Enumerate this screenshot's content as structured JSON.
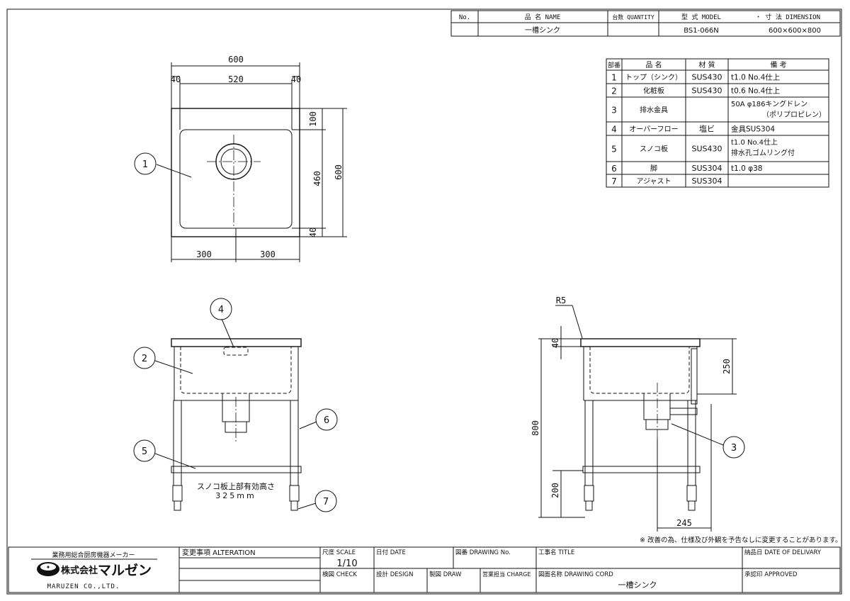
{
  "header_table": {
    "col_no": "No.",
    "col_name": "品 名 NAME",
    "col_qty": "台数 QUANTITY",
    "col_model": "型 式 MODEL",
    "col_dim": "・ 寸 法 DIMENSION",
    "row": {
      "name": "一槽シンク",
      "model": "BS1-066N",
      "dimension": "600×600×800"
    }
  },
  "parts_table": {
    "headers": [
      "部番",
      "品 名",
      "材 質",
      "備 考"
    ],
    "rows": [
      {
        "no": "1",
        "name": "トップ（シンク）",
        "material": "SUS430",
        "note1": "t1.0 No.4仕上",
        "note2": ""
      },
      {
        "no": "2",
        "name": "化粧板",
        "material": "SUS430",
        "note1": "t0.6 No.4仕上",
        "note2": ""
      },
      {
        "no": "3",
        "name": "排水金具",
        "material": "",
        "note1": "50A φ186キングドレン",
        "note2": "（ポリプロピレン）"
      },
      {
        "no": "4",
        "name": "オーバーフロー",
        "material": "塩ビ",
        "note1": "金具SUS304",
        "note2": ""
      },
      {
        "no": "5",
        "name": "スノコ板",
        "material": "SUS430",
        "note1": "t1.0 No.4仕上",
        "note2": "排水孔ゴムリング付"
      },
      {
        "no": "6",
        "name": "脚",
        "material": "SUS304",
        "note1": "t1.0 φ38",
        "note2": ""
      },
      {
        "no": "7",
        "name": "アジャスト",
        "material": "SUS304",
        "note1": "",
        "note2": ""
      }
    ]
  },
  "plan_view": {
    "dims": {
      "total_width": "600",
      "left_margin": "40",
      "inner_width": "520",
      "right_margin": "40",
      "top_margin": "100",
      "inner_depth": "460",
      "bottom_margin": "40",
      "total_depth": "600",
      "half_left": "300",
      "half_right": "300"
    },
    "balloon": "1"
  },
  "front_view": {
    "balloons": [
      "4",
      "2",
      "6",
      "5",
      "7"
    ],
    "note_line1": "スノコ板上部有効高さ",
    "note_line2": "325mm"
  },
  "side_view": {
    "r_label": "R5",
    "dims": {
      "top": "40",
      "bowl": "250",
      "height": "800",
      "shelf": "200",
      "depth": "245"
    },
    "balloon": "3"
  },
  "footnote": "※ 改善の為、仕様及び外観を予告なしに変更することがあります。",
  "title_block": {
    "maker_caption": "業務用総合厨房機器メーカー",
    "company_jp_prefix": "株式会社",
    "company_jp_brand": "マルゼン",
    "company_en": "MARUZEN CO.,LTD.",
    "alteration": "変更事項 ALTERATION",
    "scale_label": "尺度 SCALE",
    "scale_value": "1/10",
    "date_label": "日付 DATE",
    "drawing_no_label": "図番 DRAWING No.",
    "title_label": "工事名 TITLE",
    "delivery_label": "納品日 DATE OF DELIVARY",
    "check_label": "検図 CHECK",
    "design_label": "設計 DESIGN",
    "draw_label": "製図 DRAW",
    "charge_label": "営業担当 CHARGE",
    "cord_label": "図面名称 DRAWING CORD",
    "cord_value": "一槽シンク",
    "approved_label": "承認印 APPROVED"
  }
}
